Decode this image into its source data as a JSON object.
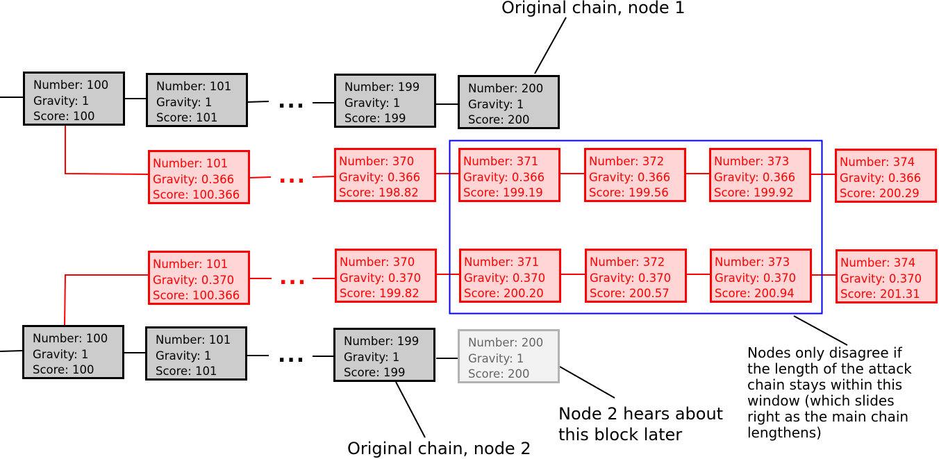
{
  "colors": {
    "main_chain": "#000000",
    "attack_chain": "#ff0000",
    "window": "#0000ff",
    "late_block": "#b3b3b3"
  },
  "ellipsis": "...",
  "labels": {
    "node1": "Original chain, node 1",
    "node2": "Original chain, node 2",
    "hears_later": [
      "Node 2 hears about",
      "this block later"
    ],
    "window_note": [
      "Nodes only disagree if",
      "the length of the attack",
      "chain stays within this",
      "window (which slides",
      "right as the main chain",
      "lengthens)"
    ]
  },
  "node1_main": [
    {
      "number": "Number: 100",
      "gravity": "Gravity: 1",
      "score": "Score: 100"
    },
    {
      "number": "Number: 101",
      "gravity": "Gravity: 1",
      "score": "Score: 101"
    },
    {
      "number": "Number: 199",
      "gravity": "Gravity: 1",
      "score": "Score: 199"
    },
    {
      "number": "Number: 200",
      "gravity": "Gravity: 1",
      "score": "Score: 200"
    }
  ],
  "node1_attack": [
    {
      "number": "Number: 101",
      "gravity": "Gravity: 0.366",
      "score": "Score: 100.366"
    },
    {
      "number": "Number: 370",
      "gravity": "Gravity: 0.366",
      "score": "Score: 198.82"
    },
    {
      "number": "Number: 371",
      "gravity": "Gravity: 0.366",
      "score": "Score: 199.19"
    },
    {
      "number": "Number: 372",
      "gravity": "Gravity: 0.366",
      "score": "Score: 199.56"
    },
    {
      "number": "Number: 373",
      "gravity": "Gravity: 0.366",
      "score": "Score: 199.92"
    },
    {
      "number": "Number: 374",
      "gravity": "Gravity: 0.366",
      "score": "Score: 200.29"
    }
  ],
  "node2_attack": [
    {
      "number": "Number: 101",
      "gravity": "Gravity: 0.370",
      "score": "Score: 100.366"
    },
    {
      "number": "Number: 370",
      "gravity": "Gravity: 0.370",
      "score": "Score: 199.82"
    },
    {
      "number": "Number: 371",
      "gravity": "Gravity: 0.370",
      "score": "Score: 200.20"
    },
    {
      "number": "Number: 372",
      "gravity": "Gravity: 0.370",
      "score": "Score: 200.57"
    },
    {
      "number": "Number: 373",
      "gravity": "Gravity: 0.370",
      "score": "Score: 200.94"
    },
    {
      "number": "Number: 374",
      "gravity": "Gravity: 0.370",
      "score": "Score: 201.31"
    }
  ],
  "node2_main": [
    {
      "number": "Number: 100",
      "gravity": "Gravity: 1",
      "score": "Score: 100"
    },
    {
      "number": "Number: 101",
      "gravity": "Gravity: 1",
      "score": "Score: 101"
    },
    {
      "number": "Number: 199",
      "gravity": "Gravity: 1",
      "score": "Score: 199"
    },
    {
      "number": "Number: 200",
      "gravity": "Gravity: 1",
      "score": "Score: 200"
    }
  ]
}
